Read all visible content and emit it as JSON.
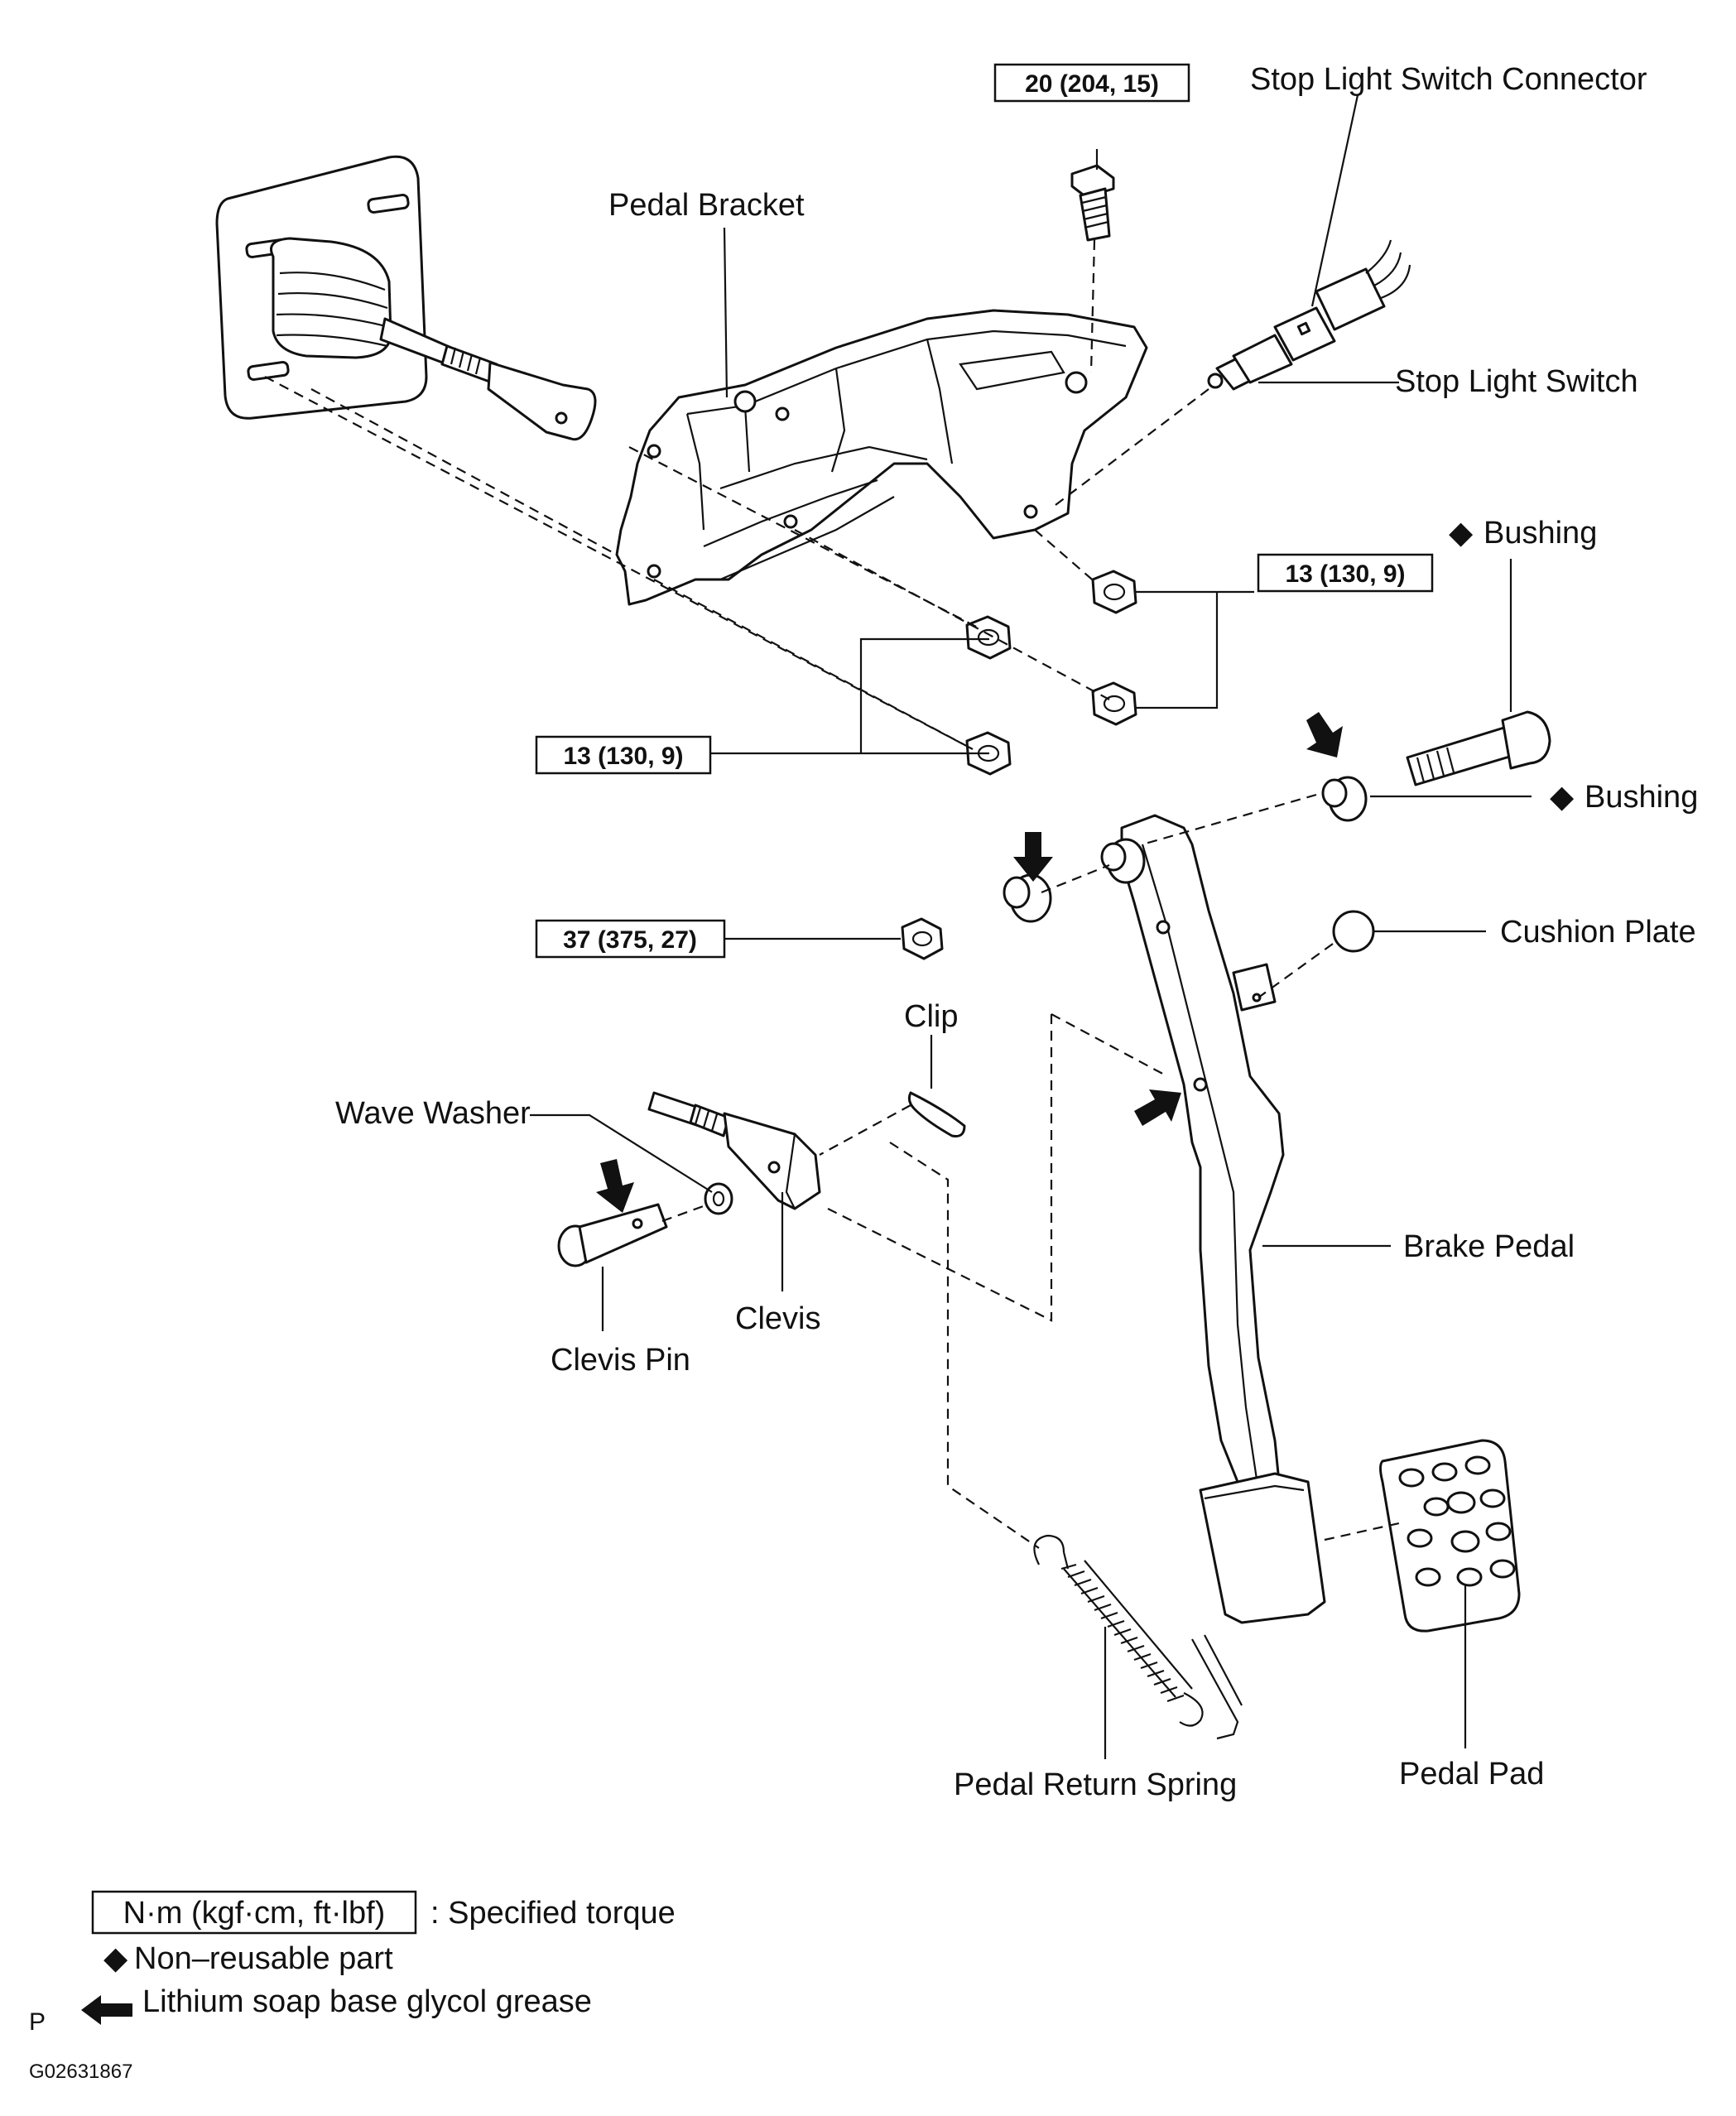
{
  "labels": {
    "stop_light_switch_connector": "Stop Light Switch Connector",
    "pedal_bracket": "Pedal Bracket",
    "stop_light_switch": "Stop Light Switch",
    "bushing_upper": "Bushing",
    "bushing_lower": "Bushing",
    "cushion_plate": "Cushion Plate",
    "clip": "Clip",
    "wave_washer": "Wave Washer",
    "clevis": "Clevis",
    "clevis_pin": "Clevis Pin",
    "brake_pedal": "Brake Pedal",
    "pedal_return_spring": "Pedal Return Spring",
    "pedal_pad": "Pedal Pad"
  },
  "torques": {
    "bolt_top": "20 (204, 15)",
    "nut_right": "13 (130, 9)",
    "nut_left": "13 (130, 9)",
    "nut_pivot": "37 (375, 27)"
  },
  "legend": {
    "torque_box": "N·m (kgf·cm, ft·lbf)",
    "torque_text": ": Specified torque",
    "nonreusable_text": "Non–reusable part",
    "grease_text": "Lithium soap base glycol grease",
    "diamond_symbol": "◆"
  },
  "footer": {
    "letter": "P",
    "code": "G02631867"
  },
  "colors": {
    "ink": "#111111",
    "background": "#ffffff"
  }
}
